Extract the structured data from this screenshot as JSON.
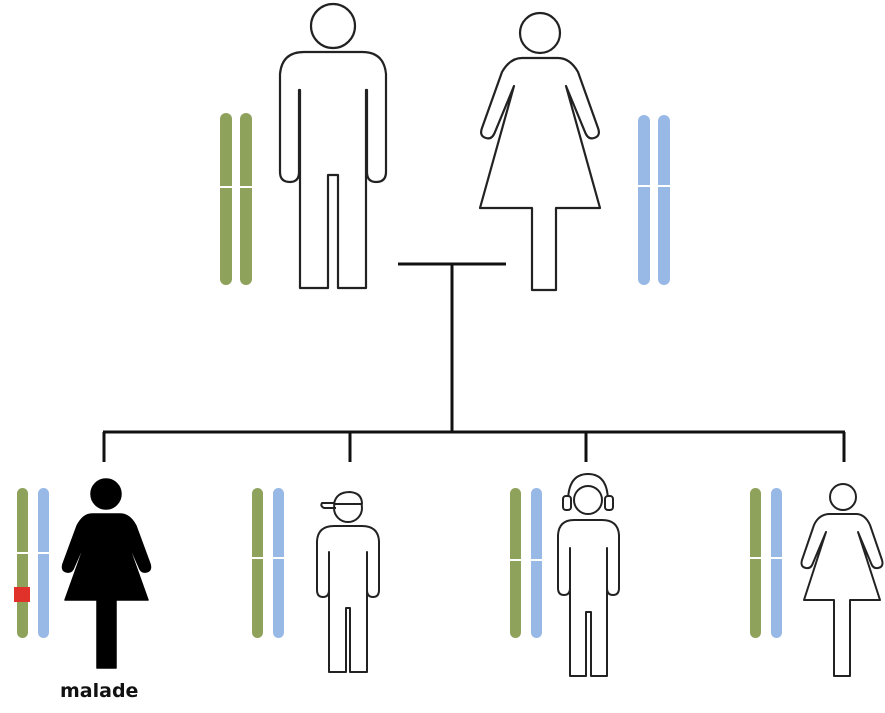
{
  "diagram": {
    "caption": "malade",
    "colors": {
      "paternal_chromosome": "#8fa25c",
      "maternal_chromosome": "#98b9e6",
      "mutation_marker": "#e0312b",
      "outline": "#222222",
      "affected_fill": "#000000",
      "line": "#111111"
    },
    "parents": [
      {
        "role": "father",
        "icon": "man-icon",
        "chromosomes": [
          "paternal",
          "paternal"
        ]
      },
      {
        "role": "mother",
        "icon": "woman-icon",
        "chromosomes": [
          "maternal",
          "maternal"
        ]
      }
    ],
    "children": [
      {
        "icon": "girl-icon",
        "affected": true,
        "chromosomes": [
          "paternal",
          "maternal"
        ],
        "mutation": true
      },
      {
        "icon": "boy-cap-icon",
        "affected": false,
        "chromosomes": [
          "paternal",
          "maternal"
        ],
        "mutation": false
      },
      {
        "icon": "boy-headphones-icon",
        "affected": false,
        "chromosomes": [
          "paternal",
          "maternal"
        ],
        "mutation": false
      },
      {
        "icon": "girl-icon",
        "affected": false,
        "chromosomes": [
          "paternal",
          "maternal"
        ],
        "mutation": false
      }
    ]
  }
}
